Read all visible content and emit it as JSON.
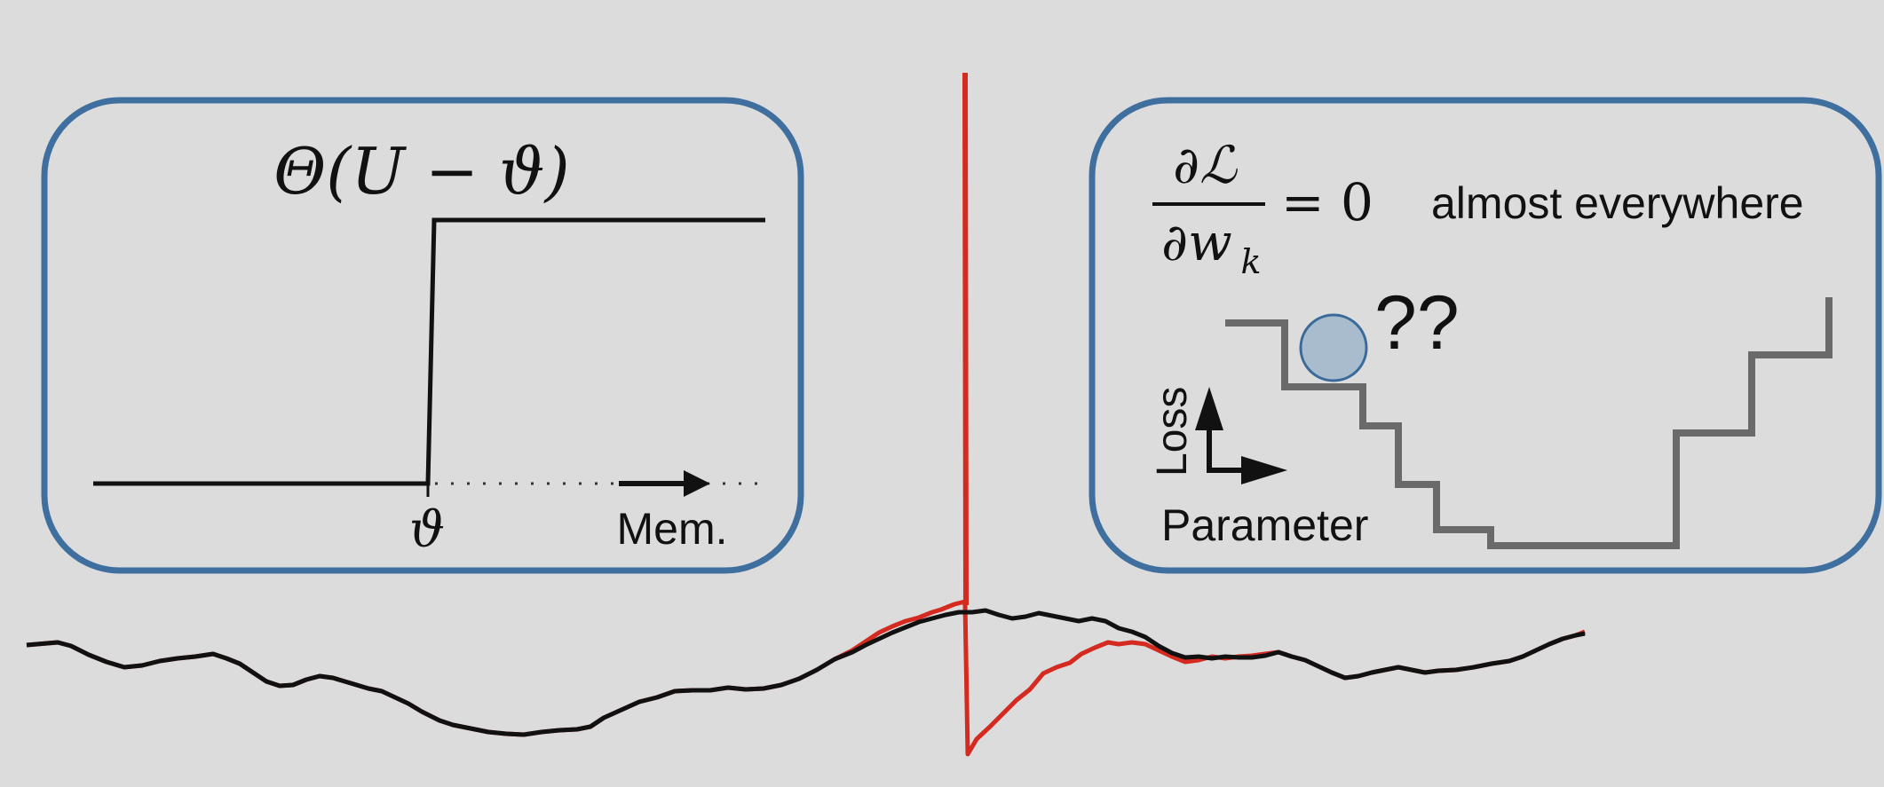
{
  "left_panel": {
    "formula": "Θ(U − ϑ)",
    "threshold_symbol": "ϑ",
    "axis_label": "Mem."
  },
  "right_panel": {
    "gradient_numerator": "∂ℒ",
    "gradient_denominator": "∂w",
    "gradient_subscript": "k",
    "equals_zero": "= 0",
    "caption": "almost everywhere",
    "question": "??",
    "y_axis_label": "Loss",
    "x_axis_label": "Parameter"
  },
  "colors": {
    "panel_border": "#3f6f9e",
    "spike": "#d42a20",
    "trace": "#111111",
    "staircase": "#6a6a6a",
    "ball_fill": "#a9bccd",
    "ball_stroke": "#3a6a9a",
    "background": "#dcdcdc"
  }
}
